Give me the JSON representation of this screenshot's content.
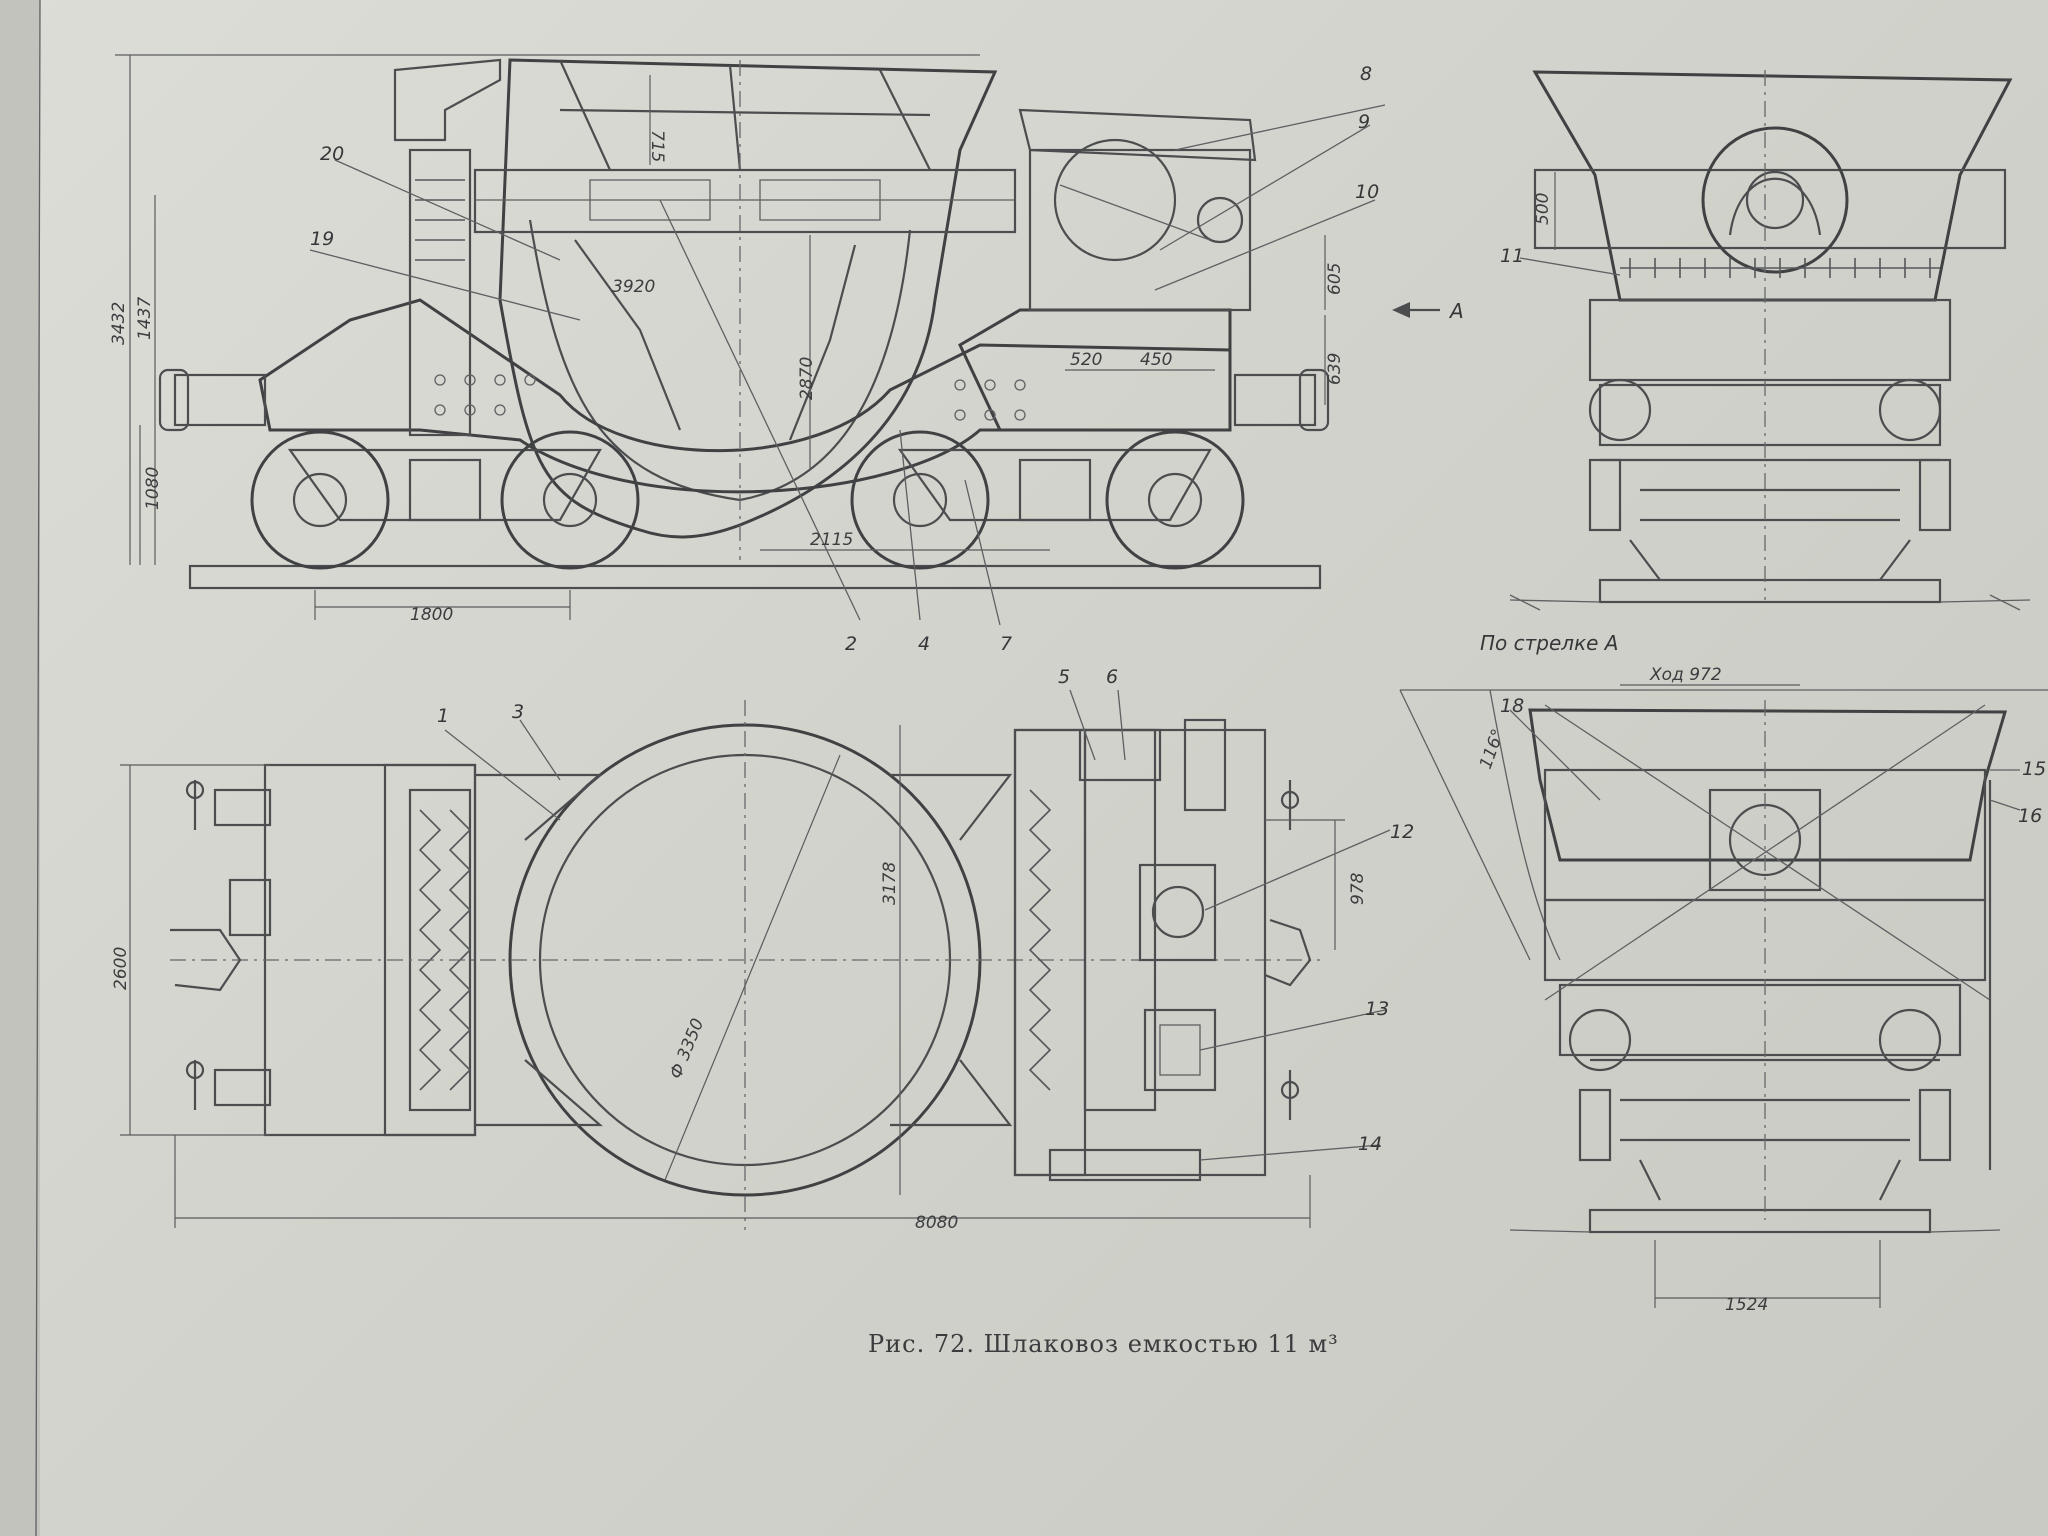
{
  "caption": "Рис. 72. Шлаковоз емкостью 11 м³",
  "view_label": "По стрелке А",
  "arrow_label": "А",
  "stroke_label": "Ход 972",
  "angle_label": "116°",
  "part_labels": [
    "1",
    "2",
    "3",
    "4",
    "5",
    "6",
    "7",
    "8",
    "9",
    "10",
    "11",
    "12",
    "13",
    "14",
    "15",
    "16",
    "18",
    "19",
    "20"
  ],
  "dimensions": {
    "d_715": "715",
    "d_3920": "3920",
    "d_2870": "2870",
    "d_605": "605",
    "d_639": "639",
    "d_520": "520",
    "d_450": "450",
    "d_2115": "2115",
    "d_1800": "1800",
    "d_3432": "3432",
    "d_1437": "1437",
    "d_1080": "1080",
    "d_500": "500",
    "d_2600": "2600",
    "d_3178": "3178",
    "d_dia": "Ф 3350",
    "d_978": "978",
    "d_8080": "8080",
    "d_1524": "1524"
  },
  "colors": {
    "paper": "#d4d5cf",
    "ink": "#4b4d4f"
  }
}
